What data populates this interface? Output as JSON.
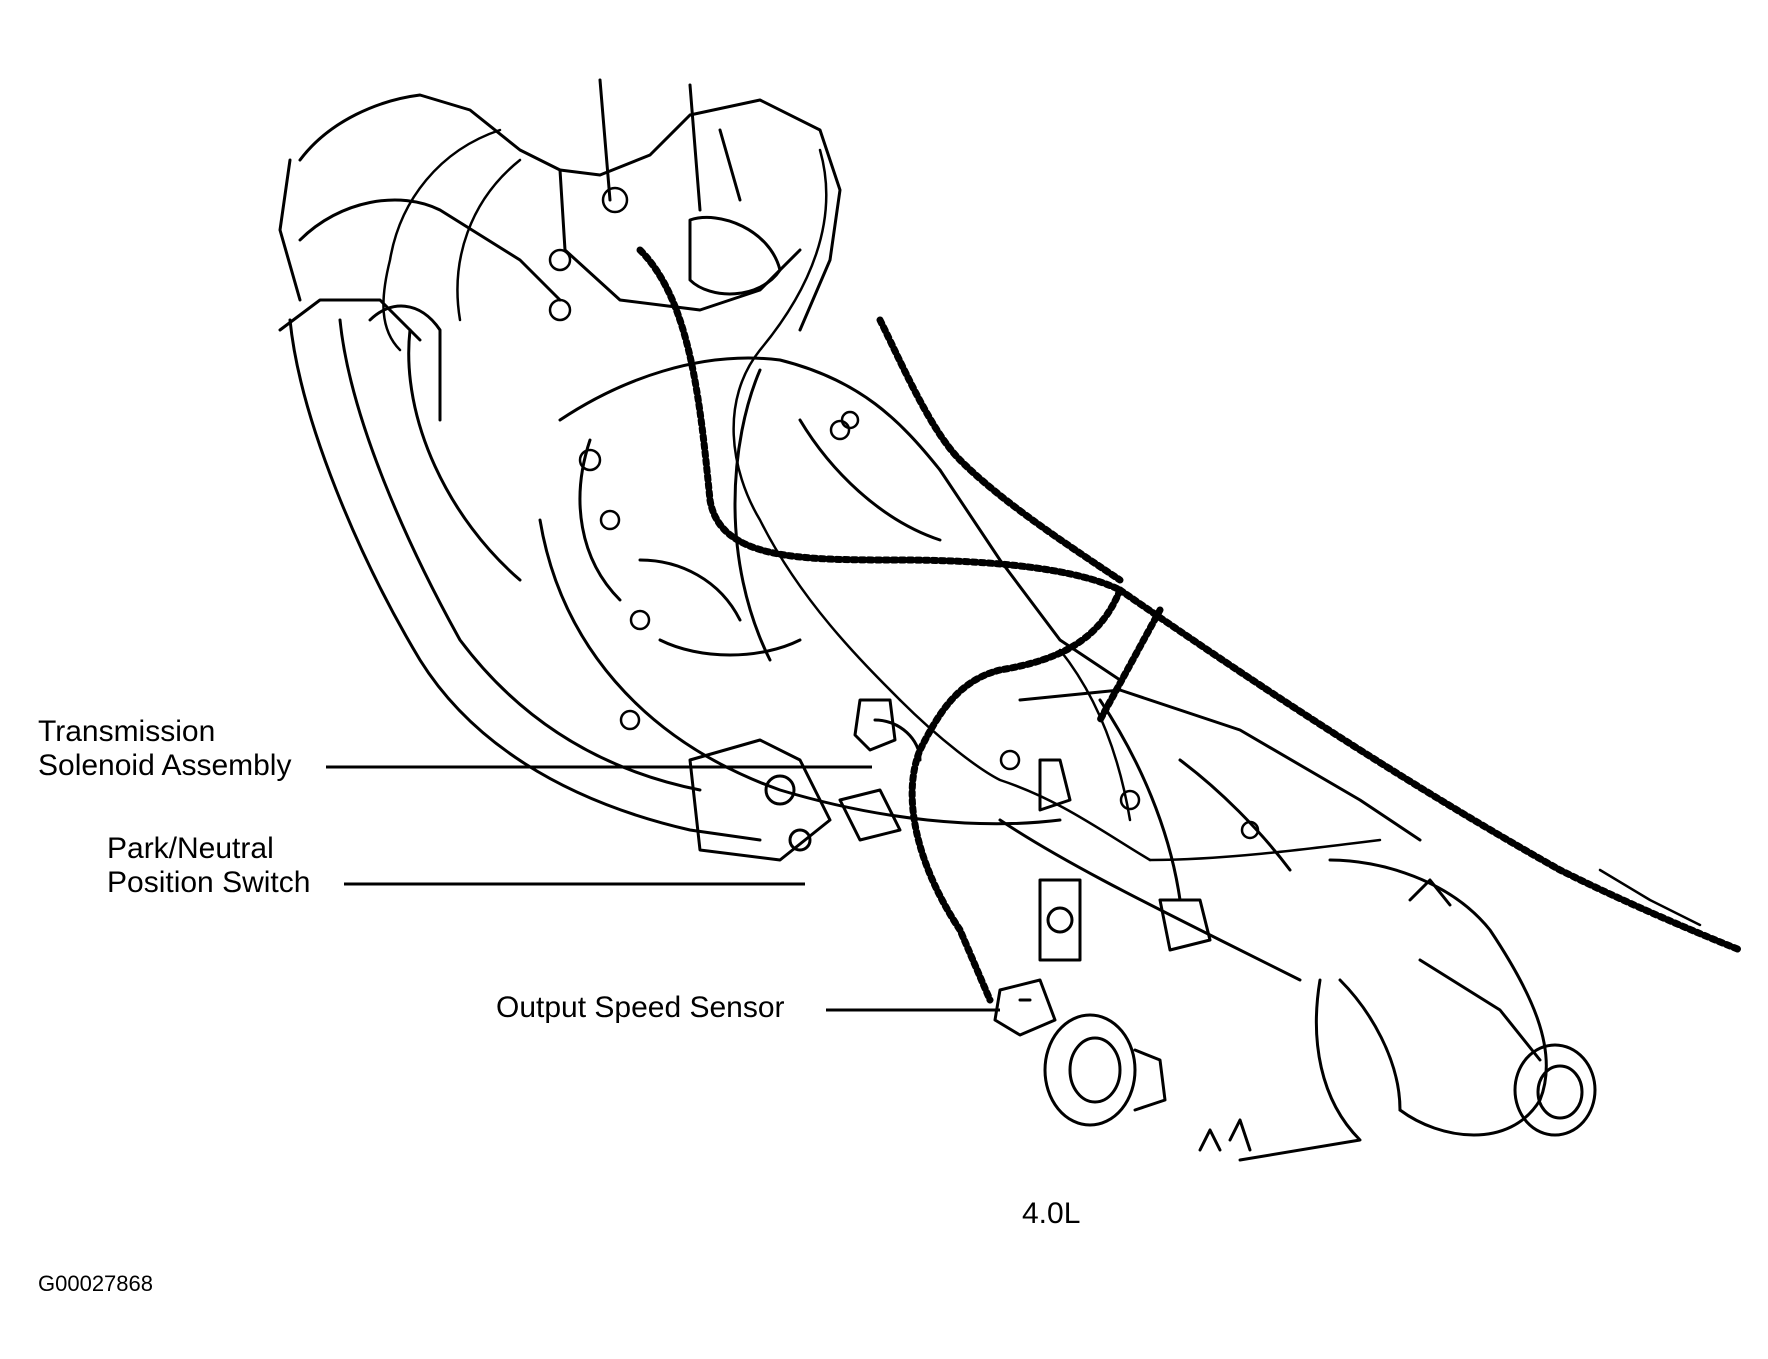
{
  "colors": {
    "ink": "#000000",
    "background": "#ffffff"
  },
  "callouts": [
    {
      "id": "solenoid",
      "lines": [
        "Transmission",
        "Solenoid Assembly"
      ]
    },
    {
      "id": "park-neutral",
      "lines": [
        "Park/Neutral",
        "Position Switch"
      ]
    },
    {
      "id": "speed-sensor",
      "lines": [
        "Output Speed Sensor"
      ]
    }
  ],
  "engine_label": "4.0L",
  "figure_id": "G00027868"
}
